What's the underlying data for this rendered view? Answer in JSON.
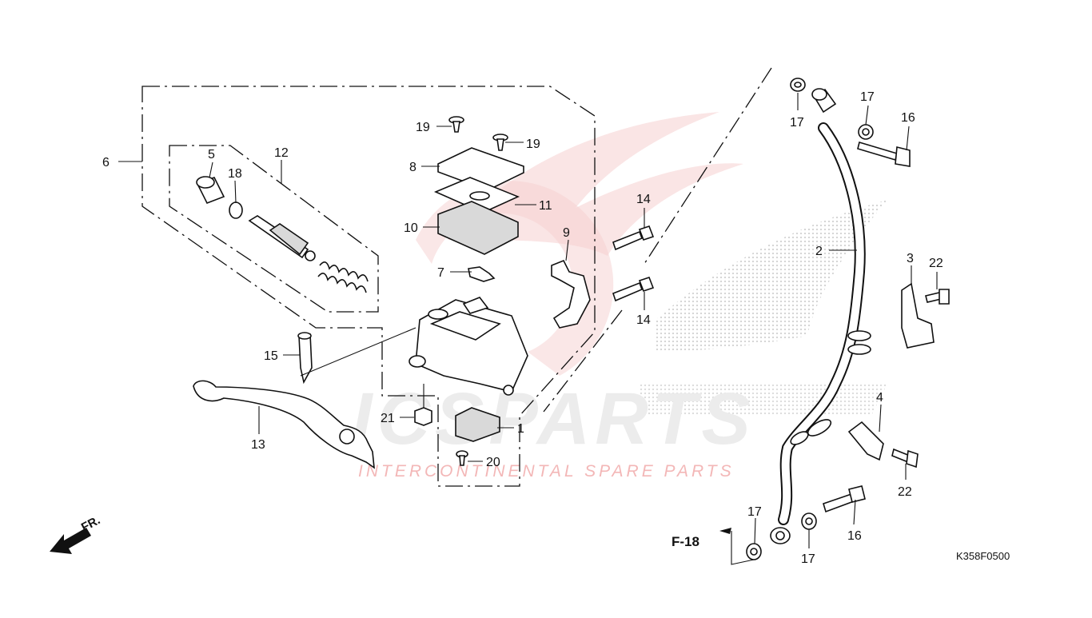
{
  "diagram": {
    "code": "K358F0500",
    "reference": "F-18",
    "front_marker": "FR.",
    "watermark": {
      "logo_text": "ICSPARTS",
      "tagline": "INTERCONTINENTAL SPARE PARTS"
    },
    "callouts": [
      {
        "id": "c1",
        "label": "1"
      },
      {
        "id": "c2",
        "label": "2"
      },
      {
        "id": "c3",
        "label": "3"
      },
      {
        "id": "c4",
        "label": "4"
      },
      {
        "id": "c5",
        "label": "5"
      },
      {
        "id": "c6",
        "label": "6"
      },
      {
        "id": "c7",
        "label": "7"
      },
      {
        "id": "c8",
        "label": "8"
      },
      {
        "id": "c9",
        "label": "9"
      },
      {
        "id": "c10",
        "label": "10"
      },
      {
        "id": "c11",
        "label": "11"
      },
      {
        "id": "c12",
        "label": "12"
      },
      {
        "id": "c13",
        "label": "13"
      },
      {
        "id": "c14a",
        "label": "14"
      },
      {
        "id": "c14b",
        "label": "14"
      },
      {
        "id": "c15",
        "label": "15"
      },
      {
        "id": "c16a",
        "label": "16"
      },
      {
        "id": "c16b",
        "label": "16"
      },
      {
        "id": "c17a",
        "label": "17"
      },
      {
        "id": "c17b",
        "label": "17"
      },
      {
        "id": "c17c",
        "label": "17"
      },
      {
        "id": "c17d",
        "label": "17"
      },
      {
        "id": "c18",
        "label": "18"
      },
      {
        "id": "c19a",
        "label": "19"
      },
      {
        "id": "c19b",
        "label": "19"
      },
      {
        "id": "c20",
        "label": "20"
      },
      {
        "id": "c21",
        "label": "21"
      },
      {
        "id": "c22a",
        "label": "22"
      },
      {
        "id": "c22b",
        "label": "22"
      }
    ]
  },
  "colors": {
    "line": "#111111",
    "watermark_grey": "#ececec",
    "watermark_red": "#f3b7b7"
  }
}
